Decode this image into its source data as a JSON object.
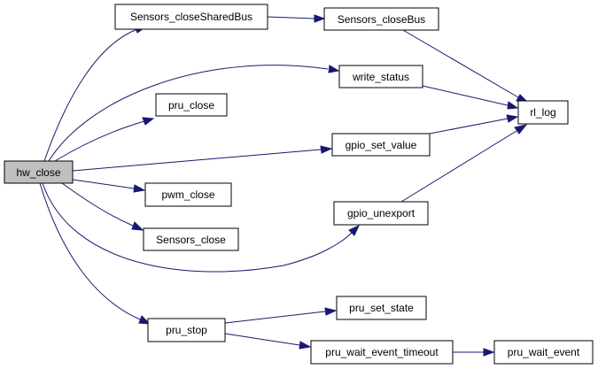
{
  "colors": {
    "node_fill": "#ffffff",
    "root_fill": "#bfbfbf",
    "node_border": "#000000",
    "edge": "#191970"
  },
  "nodes": {
    "hw_close": "hw_close",
    "sensors_closesharedbus": "Sensors_closeSharedBus",
    "sensors_closebus": "Sensors_closeBus",
    "write_status": "write_status",
    "pru_close": "pru_close",
    "rl_log": "rl_log",
    "gpio_set_value": "gpio_set_value",
    "pwm_close": "pwm_close",
    "gpio_unexport": "gpio_unexport",
    "sensors_close": "Sensors_close",
    "pru_set_state": "pru_set_state",
    "pru_stop": "pru_stop",
    "pru_wait_event_timeout": "pru_wait_event_timeout",
    "pru_wait_event": "pru_wait_event"
  }
}
